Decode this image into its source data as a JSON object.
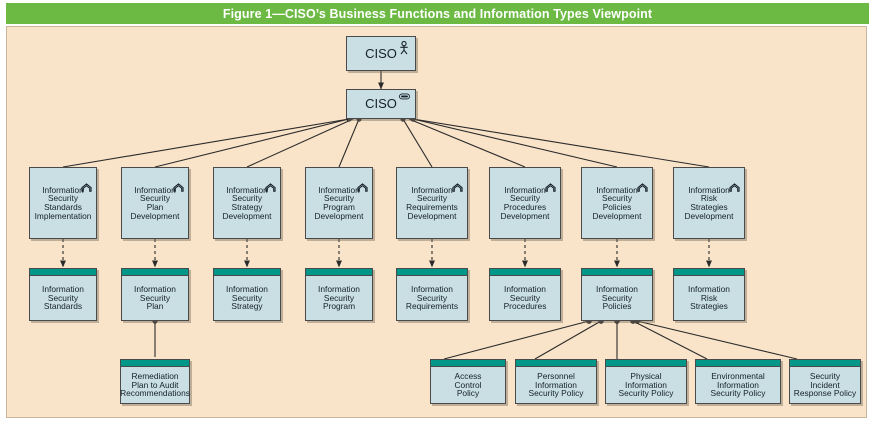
{
  "figure": {
    "title": "Figure 1—CISO’s Business Functions and Information Types Viewpoint",
    "background_color": "#f9e4c9",
    "title_bar_color": "#6cba44",
    "node_fill_color": "#c9dfe4",
    "object_header_color": "#009688",
    "border_color": "#4a4a4a"
  },
  "actor": {
    "label": "CISO",
    "icon": "actor-stick-figure-icon"
  },
  "business_function": {
    "label": "CISO",
    "icon": "business-function-icon"
  },
  "processes": [
    {
      "label": "Information\nSecurity\nStandards\nImplementation",
      "icon": "business-process-icon"
    },
    {
      "label": "Information\nSecurity\nPlan\nDevelopment",
      "icon": "business-process-icon"
    },
    {
      "label": "Information\nSecurity\nStrategy\nDevelopment",
      "icon": "business-process-icon"
    },
    {
      "label": "Information\nSecurity\nProgram\nDevelopment",
      "icon": "business-process-icon"
    },
    {
      "label": "Information\nSecurity\nRequirements\nDevelopment",
      "icon": "business-process-icon"
    },
    {
      "label": "Information\nSecurity\nProcedures\nDevelopment",
      "icon": "business-process-icon"
    },
    {
      "label": "Information\nSecurity\nPolicies\nDevelopment",
      "icon": "business-process-icon"
    },
    {
      "label": "Information\nRisk\nStrategies\nDevelopment",
      "icon": "business-process-icon"
    }
  ],
  "objects": [
    {
      "label": "Information\nSecurity\nStandards"
    },
    {
      "label": "Information\nSecurity\nPlan"
    },
    {
      "label": "Information\nSecurity\nStrategy"
    },
    {
      "label": "Information\nSecurity\nProgram"
    },
    {
      "label": "Information\nSecurity\nRequirements"
    },
    {
      "label": "Information\nSecurity\nProcedures"
    },
    {
      "label": "Information\nSecurity\nPolicies"
    },
    {
      "label": "Information\nRisk\nStrategies"
    }
  ],
  "sub_objects": [
    {
      "label": "Remediation\nPlan to Audit\nRecommendations"
    },
    {
      "label": "Access\nControl\nPolicy"
    },
    {
      "label": "Personnel\nInformation\nSecurity Policy"
    },
    {
      "label": "Physical\nInformation\nSecurity Policy"
    },
    {
      "label": "Environmental\nInformation\nSecurity Policy"
    },
    {
      "label": "Security\nIncident\nResponse Policy"
    }
  ]
}
